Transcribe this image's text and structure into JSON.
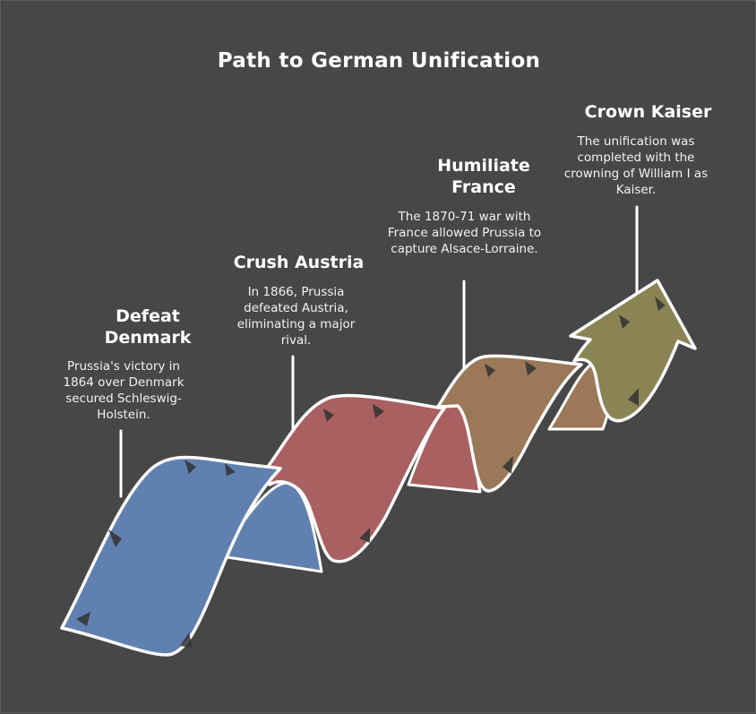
{
  "title": "Path to German Unification",
  "colors": {
    "background": "#474747",
    "denmark": "#6080b0",
    "austria": "#a86060",
    "france": "#9a7858",
    "kaiser": "#8a8454",
    "outline": "#ffffff"
  },
  "steps": [
    {
      "title": "Defeat Denmark",
      "description": "Prussia's victory in 1864 over Denmark secured Schleswig-Holstein."
    },
    {
      "title": "Crush Austria",
      "description": "In 1866, Prussia defeated Austria, eliminating a major rival."
    },
    {
      "title": "Humiliate France",
      "description": "The 1870-71 war with France allowed Prussia to capture Alsace-Lorraine."
    },
    {
      "title": "Crown Kaiser",
      "description": "The unification was completed with the crowning of William I as Kaiser."
    }
  ]
}
